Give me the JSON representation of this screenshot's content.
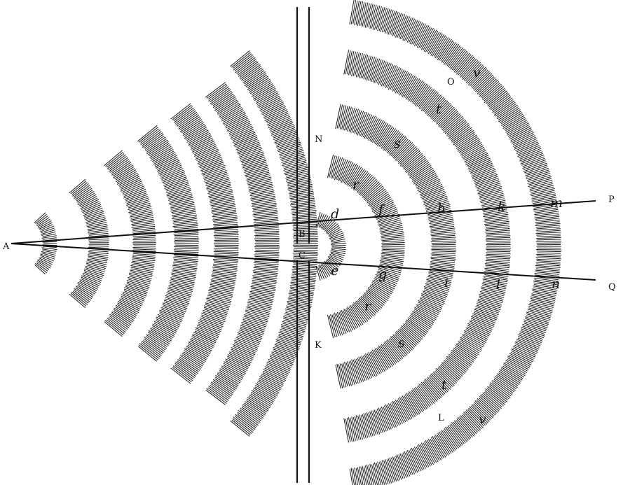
{
  "labels": {
    "A": "A",
    "B": "B",
    "C": "C",
    "N": "N",
    "K": "K",
    "O": "O",
    "L": "L",
    "P": "P",
    "Q": "Q",
    "d": "d",
    "e": "e",
    "f": "f",
    "g": "g",
    "h": "h",
    "i": "i",
    "k": "k",
    "l": "l",
    "m": "m",
    "n": "n",
    "r_top": "r",
    "r_bottom": "r",
    "s_top": "s",
    "s_bottom": "s",
    "t_top": "t",
    "t_bottom": "t",
    "v_top": "v",
    "v_bottom": "v"
  },
  "colors": {
    "ink": "#111111",
    "paper": "#ffffff"
  }
}
